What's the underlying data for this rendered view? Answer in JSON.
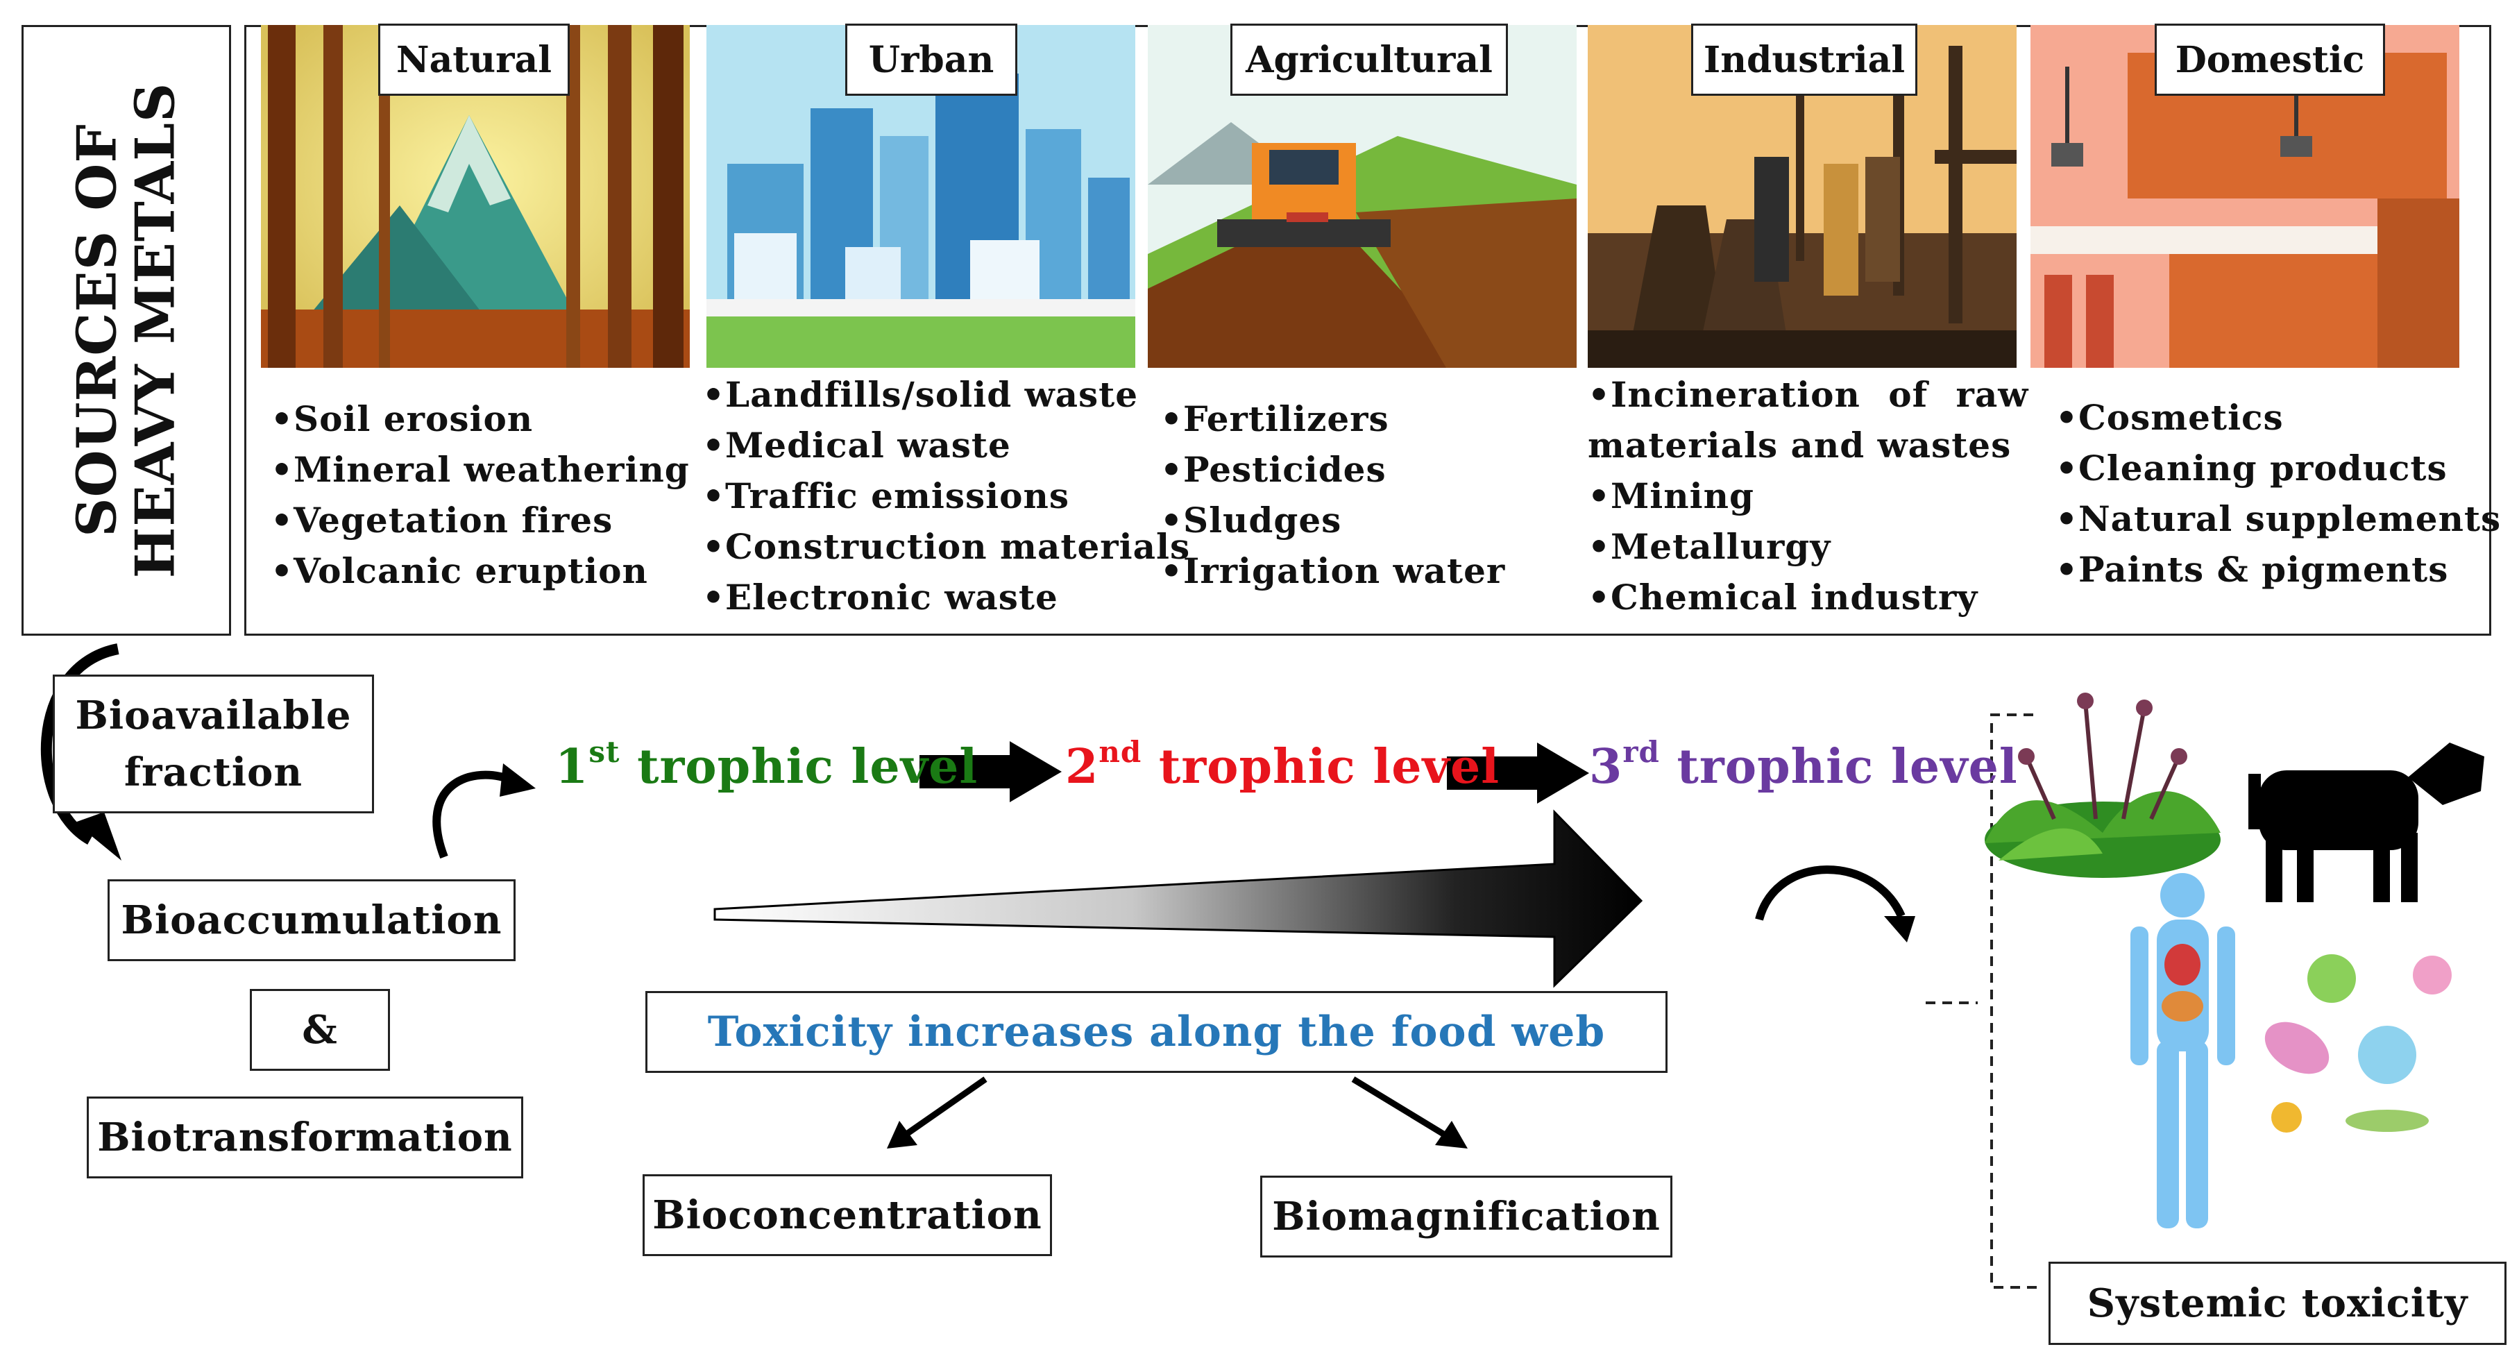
{
  "header": {
    "title_line1": "SOURCES OF",
    "title_line2": "HEAVY METALS"
  },
  "sources": [
    {
      "label": "Natural",
      "items": [
        "•Soil erosion",
        "•Mineral weathering",
        "•Vegetation fires",
        "•Volcanic eruption"
      ]
    },
    {
      "label": "Urban",
      "items": [
        "•Landfills/solid waste",
        "•Medical waste",
        "•Traffic emissions",
        "•Construction materials",
        "•Electronic waste"
      ]
    },
    {
      "label": "Agricultural",
      "items": [
        "•Fertilizers",
        "•Pesticides",
        "•Sludges",
        "•Irrigation water"
      ]
    },
    {
      "label": "Industrial",
      "items": [
        "•Incineration of raw",
        "materials and wastes",
        "•Mining",
        "•Metallurgy",
        "•Chemical industry"
      ]
    },
    {
      "label": "Domestic",
      "items": [
        "•Cosmetics",
        "•Cleaning products",
        "•Natural supplements",
        "•Paints & pigments"
      ]
    }
  ],
  "flow": {
    "bioavailable_line1": "Bioavailable",
    "bioavailable_line2": "fraction",
    "bioaccumulation": "Bioaccumulation",
    "ampersand": "&",
    "biotransformation": "Biotransformation",
    "toxicity": "Toxicity increases along the food web",
    "bioconcentration": "Bioconcentration",
    "biomagnification": "Biomagnification",
    "systemic": "Systemic toxicity"
  },
  "trophic": [
    {
      "num": "1",
      "sup": "st",
      "text": "trophic level",
      "color": "#1a7a14"
    },
    {
      "num": "2",
      "sup": "nd",
      "text": "trophic level",
      "color": "#e8141c"
    },
    {
      "num": "3",
      "sup": "rd",
      "text": "trophic level",
      "color": "#6a3aa0"
    }
  ],
  "colors": {
    "toxicity_text": "#2677b8"
  }
}
